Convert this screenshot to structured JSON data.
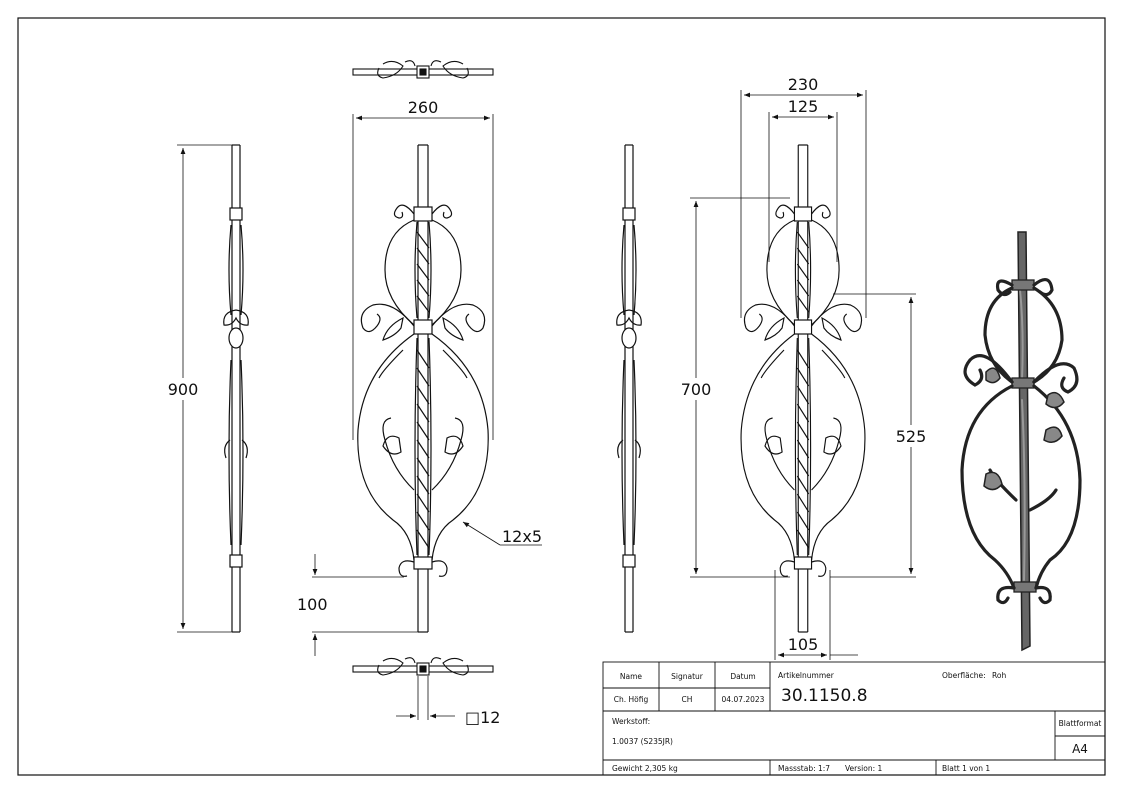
{
  "dimensions": {
    "width_260": "260",
    "height_900": "900",
    "offset_100": "100",
    "bar_12x5": "12x5",
    "square_12": "□12",
    "width_230": "230",
    "width_125": "125",
    "height_700": "700",
    "height_525": "525",
    "width_105": "105"
  },
  "title_block": {
    "name_label": "Name",
    "signatur_label": "Signatur",
    "datum_label": "Datum",
    "artikelnummer_label": "Artikelnummer",
    "oberflaeche_label": "Oberfläche:",
    "oberflaeche_value": "Roh",
    "name_value": "Ch. Höfig",
    "signatur_value": "CH",
    "datum_value": "04.07.2023",
    "artikelnummer_value": "30.1150.8",
    "werkstoff_label": "Werkstoff:",
    "werkstoff_value": "1.0037 (S235JR)",
    "blattformat_label": "Blattformat",
    "blattformat_value": "A4",
    "gewicht": "Gewicht 2,305 kg",
    "massstab": "Massstab: 1:7",
    "version": "Version: 1",
    "blatt": "Blatt 1 von 1"
  },
  "colors": {
    "line": "#111111",
    "paper": "#ffffff",
    "shade": "#555555"
  }
}
